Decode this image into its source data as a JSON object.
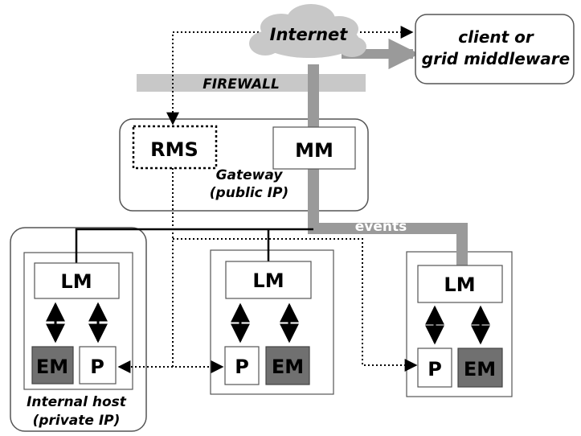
{
  "internet": "Internet",
  "client": {
    "line1": "client or",
    "line2": "grid middleware"
  },
  "firewall": "FIREWALL",
  "gateway": {
    "rms": "RMS",
    "mm": "MM",
    "line1": "Gateway",
    "line2": "(public IP)"
  },
  "events": "events",
  "hosts": [
    {
      "lm": "LM",
      "em": "EM",
      "p": "P"
    },
    {
      "lm": "LM",
      "em": "EM",
      "p": "P"
    },
    {
      "lm": "LM",
      "em": "EM",
      "p": "P"
    }
  ],
  "internal_host": {
    "line1": "Internal host",
    "line2": "(private IP)"
  },
  "colors": {
    "cloud": "#c8c8c8",
    "firewall": "#c8c8c8",
    "event_path": "#9a9a9a",
    "em_fill": "#707070",
    "stroke": "#000000",
    "box_border": "#555555"
  }
}
